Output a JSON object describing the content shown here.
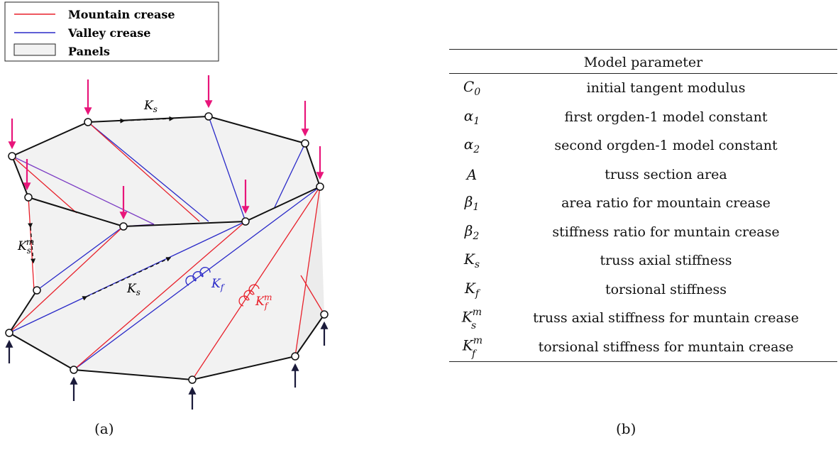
{
  "legend": {
    "mountain": "Mountain crease",
    "valley": "Valley crease",
    "panels": "Panels"
  },
  "colors": {
    "mountain": "#e8212b",
    "valley": "#2a2ac8",
    "panel_fill": "#f2f2f2",
    "load_arrow": "#e8157a",
    "support_arrow": "#1a1a3a",
    "purple_crease": "#7b3cc4"
  },
  "diagram_labels": {
    "ks_top": {
      "base": "K",
      "sub": "s"
    },
    "ks_mid": {
      "base": "K",
      "sub": "s"
    },
    "ksm": {
      "base": "K",
      "sub": "s",
      "sup": "m"
    },
    "kf": {
      "base": "K",
      "sub": "f"
    },
    "kfm": {
      "base": "K",
      "sub": "f",
      "sup": "m"
    }
  },
  "captions": {
    "a": "(a)",
    "b": "(b)"
  },
  "table": {
    "header": "Model parameter",
    "rows": [
      {
        "symbol": "C",
        "sub": "0",
        "sup": "",
        "description": "initial tangent modulus"
      },
      {
        "symbol": "α",
        "sub": "1",
        "sup": "",
        "description": "first orgden-1 model constant"
      },
      {
        "symbol": "α",
        "sub": "2",
        "sup": "",
        "description": "second orgden-1 model constant"
      },
      {
        "symbol": "A",
        "sub": "",
        "sup": "",
        "description": "truss section area"
      },
      {
        "symbol": "β",
        "sub": "1",
        "sup": "",
        "description": "area ratio for mountain crease"
      },
      {
        "symbol": "β",
        "sub": "2",
        "sup": "",
        "description": "stiffness ratio for muntain crease"
      },
      {
        "symbol": "K",
        "sub": "s",
        "sup": "",
        "description": "truss axial stiffness"
      },
      {
        "symbol": "K",
        "sub": "f",
        "sup": "",
        "description": "torsional stiffness"
      },
      {
        "symbol": "K",
        "sub": "s",
        "sup": "m",
        "description": "truss axial stiffness for muntain crease"
      },
      {
        "symbol": "K",
        "sub": "f",
        "sup": "m",
        "description": "torsional stiffness for muntain crease"
      }
    ]
  }
}
